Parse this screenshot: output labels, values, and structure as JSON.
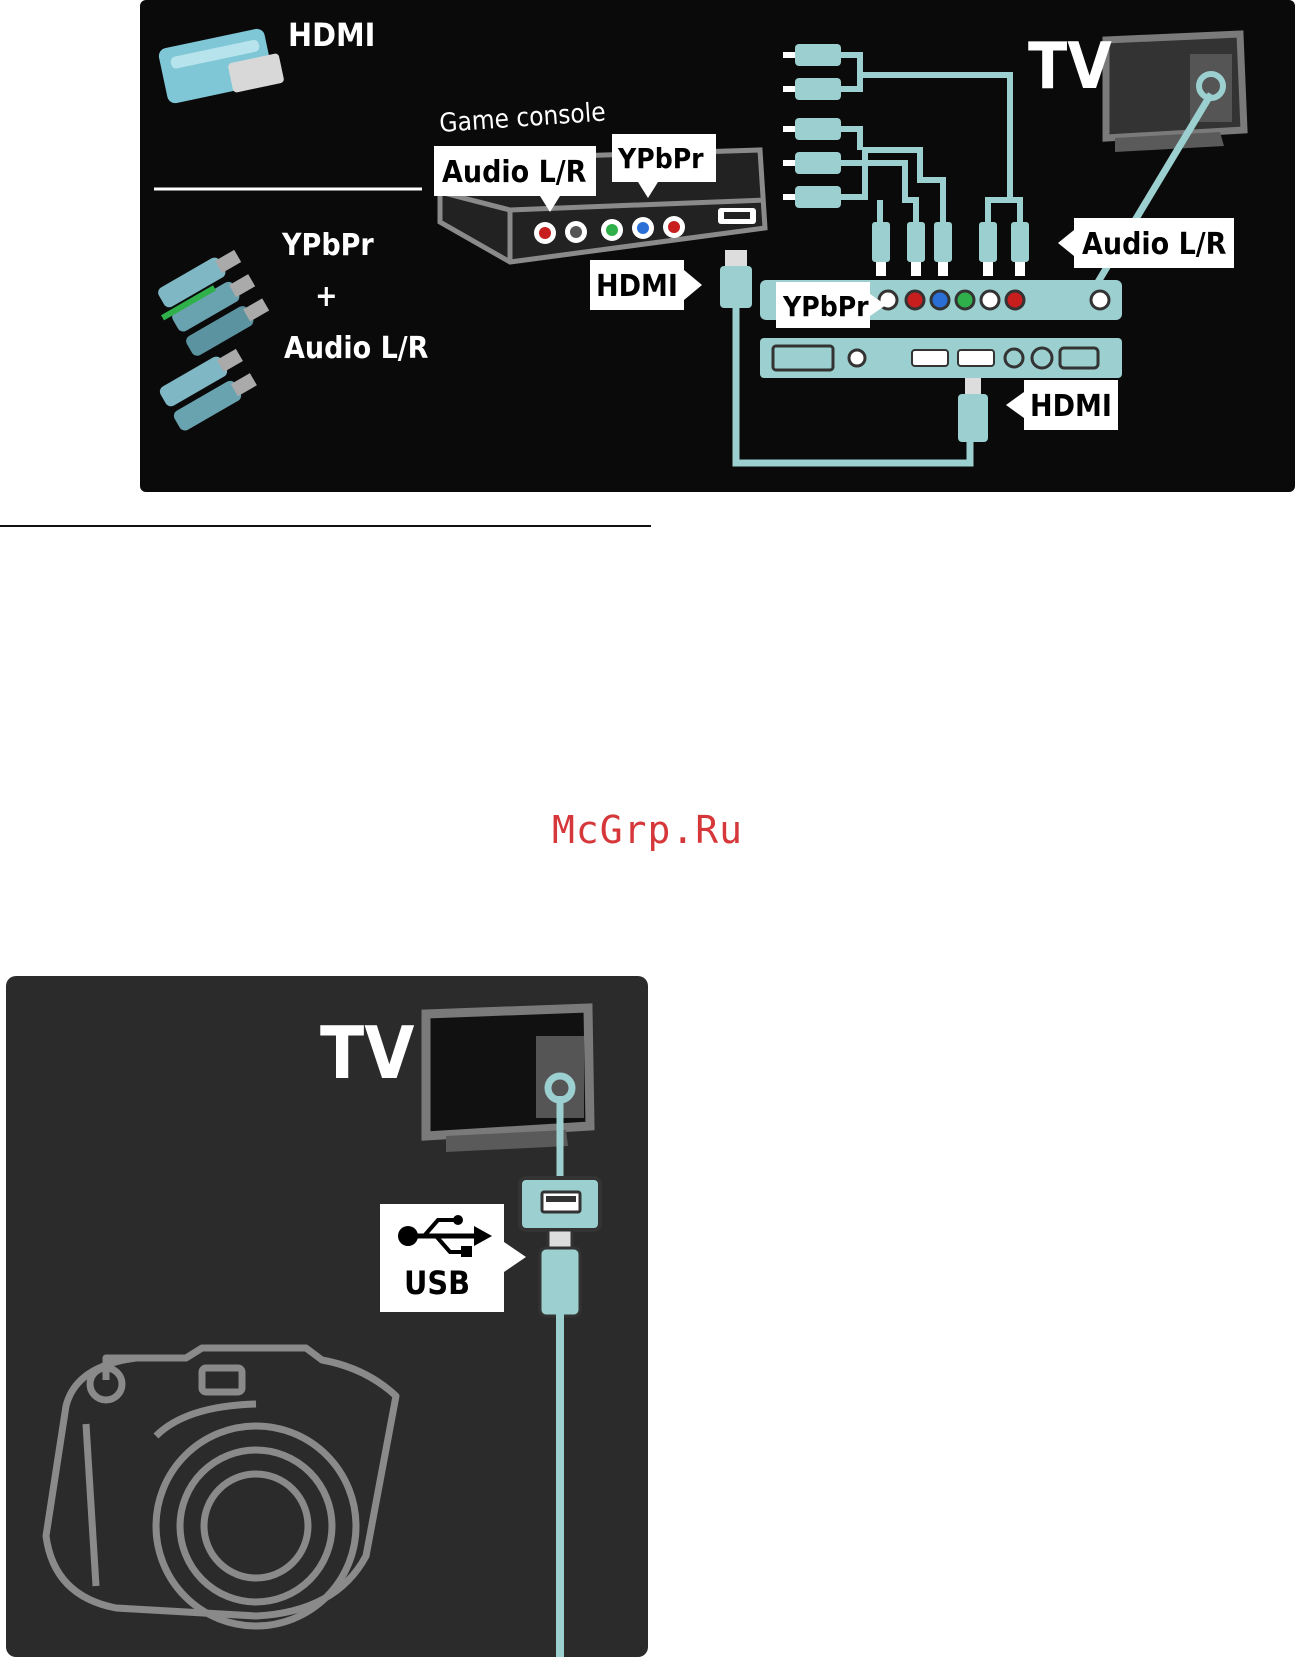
{
  "top_diagram": {
    "legend": {
      "hdmi": "HDMI",
      "ypbpr": "YPbPr",
      "plus": "+",
      "audio": "Audio L/R"
    },
    "game_console": {
      "title": "Game console",
      "audio_callout": "Audio L/R",
      "ypbpr_callout": "YPbPr",
      "hdmi_callout": "HDMI"
    },
    "tv": {
      "title": "TV",
      "ypbpr_callout": "YPbPr",
      "audio_callout": "Audio L/R",
      "hdmi_callout": "HDMI"
    }
  },
  "watermark": "McGrp.Ru",
  "bottom_diagram": {
    "tv_title": "TV",
    "usb_label": "USB"
  },
  "colors": {
    "panel_bg": "#0a0a0a",
    "panel_bottom_bg": "#2b2b2b",
    "cable": "#9ccfcf",
    "device_gray": "#777777",
    "callout_bg": "#ffffff",
    "jack_red": "#c81e1e",
    "jack_green": "#2fb04a",
    "jack_blue": "#2a6fd6",
    "watermark": "#d5373a"
  }
}
